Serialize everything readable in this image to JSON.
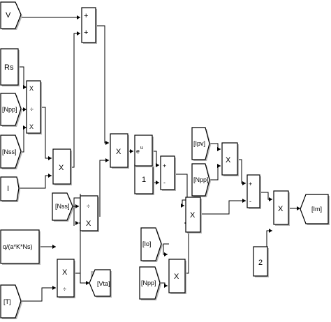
{
  "blocks": {
    "v": "V",
    "rs": "Rs",
    "npp": "[Npp]",
    "nss": "[Nss]",
    "i": "I",
    "q_expr": "q/(a*K*Ns)",
    "t": "[T]",
    "nss2": "[Nss]",
    "vta": "[Vta]",
    "one": "1",
    "io": "[Io]",
    "npp2": "[Npp]",
    "ipv": "[Ipv]",
    "npp3": "[Npp]",
    "two": "2",
    "im": "[Im]",
    "plus": "+",
    "minus": "-",
    "mul": "X",
    "div": "÷",
    "exp_base": "e",
    "exp_power": "u"
  }
}
